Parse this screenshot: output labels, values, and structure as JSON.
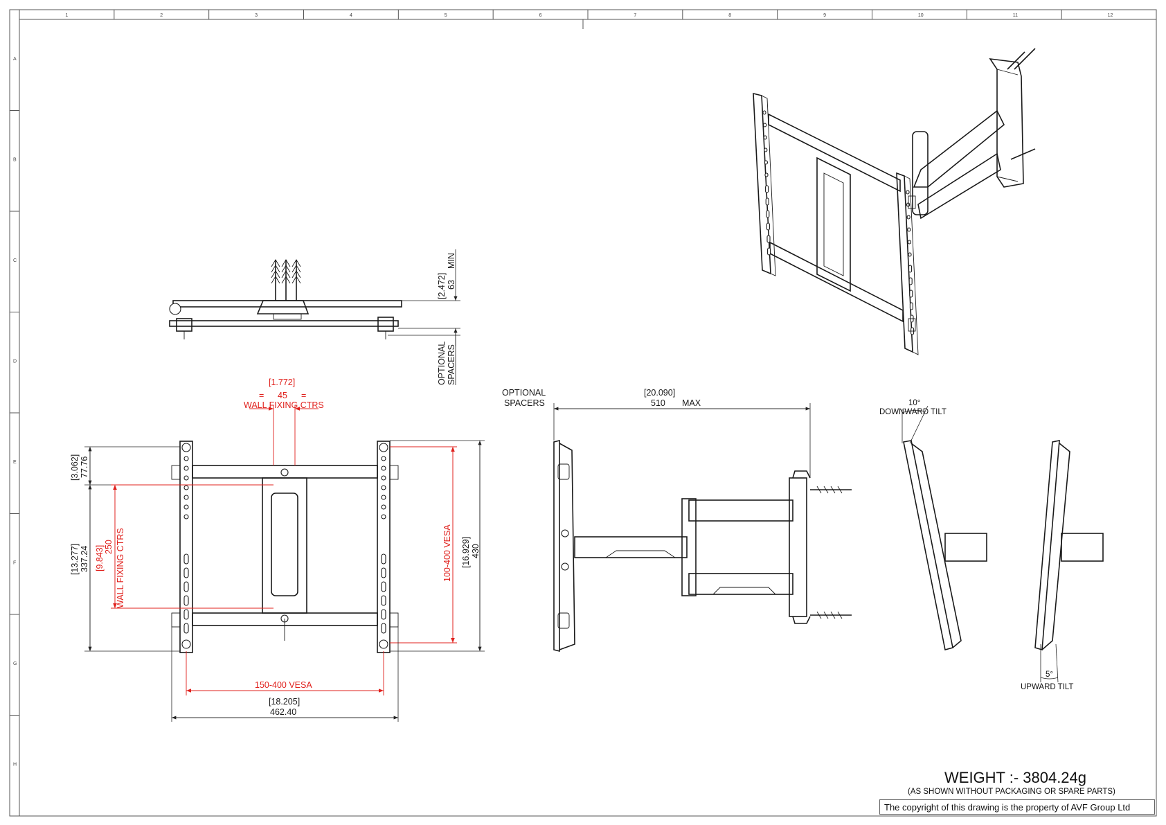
{
  "sheet": {
    "columns": [
      "1",
      "2",
      "3",
      "4",
      "5",
      "6",
      "7",
      "8",
      "9",
      "10",
      "11",
      "12"
    ],
    "rows": [
      "A",
      "B",
      "C",
      "D",
      "E",
      "F",
      "G",
      "H"
    ]
  },
  "side_view": {
    "dim_63_bracket": "[2.472]",
    "dim_63": "63",
    "dim_63_note": "MIN",
    "spacers_line1": "OPTIONAL",
    "spacers_line2": "SPACERS"
  },
  "front_view": {
    "wall_fix_bracket": "[1.772]",
    "wall_fix_eq_left": "=",
    "wall_fix_value": "45",
    "wall_fix_eq_right": "=",
    "wall_fix_label": "WALL FIXING CTRS",
    "dim_top_bracket": "[3.062]",
    "dim_top": "77.76",
    "dim_overall_bracket": "[13.277]",
    "dim_overall": "337.24",
    "wall_fix_v_bracket": "[9.843]",
    "wall_fix_v": "250",
    "wall_fix_v_label": "WALL FIXING CTRS",
    "vesa_v_label": "100-400 VESA",
    "dim_right_bracket": "[16.929]",
    "dim_right": "430",
    "vesa_h_label": "150-400 VESA",
    "dim_width_bracket": "[18.205]",
    "dim_width": "462.40"
  },
  "extension_view": {
    "spacers_line1": "OPTIONAL",
    "spacers_line2": "SPACERS",
    "dim_max_bracket": "[20.090]",
    "dim_max": "510",
    "dim_max_note": "MAX"
  },
  "tilt_down": {
    "angle": "10°",
    "label": "DOWNWARD TILT"
  },
  "tilt_up": {
    "angle": "5°",
    "label": "UPWARD TILT"
  },
  "weight": {
    "label": "WEIGHT :- 3804.24g",
    "note": "(AS SHOWN WITHOUT PACKAGING OR SPARE PARTS)"
  },
  "copyright": "The copyright of this drawing is the property of AVF Group Ltd"
}
